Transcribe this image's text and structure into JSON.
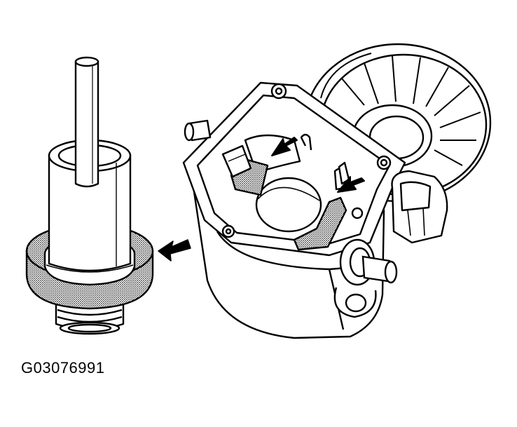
{
  "figure": {
    "code": "G03076991",
    "colors": {
      "line": "#000000",
      "background": "#ffffff",
      "hatch": "#8a8a8a"
    },
    "parts": [
      {
        "id": "installer-tool",
        "icon": "cylindrical-driver-tool"
      },
      {
        "id": "oil-seal",
        "icon": "stippled-seal-ring"
      },
      {
        "id": "alternator-housing",
        "icon": "alternator-rear-housing"
      },
      {
        "id": "cooling-fan",
        "icon": "fan-pulley-wheel"
      },
      {
        "id": "brush-left",
        "icon": "stippled-brush"
      },
      {
        "id": "brush-right",
        "icon": "stippled-brush"
      }
    ],
    "arrows": [
      {
        "id": "arrow-seal",
        "icon": "black-pointer-arrow"
      },
      {
        "id": "arrow-brush-left",
        "icon": "black-pointer-arrow"
      },
      {
        "id": "arrow-brush-right",
        "icon": "black-pointer-arrow"
      }
    ]
  }
}
